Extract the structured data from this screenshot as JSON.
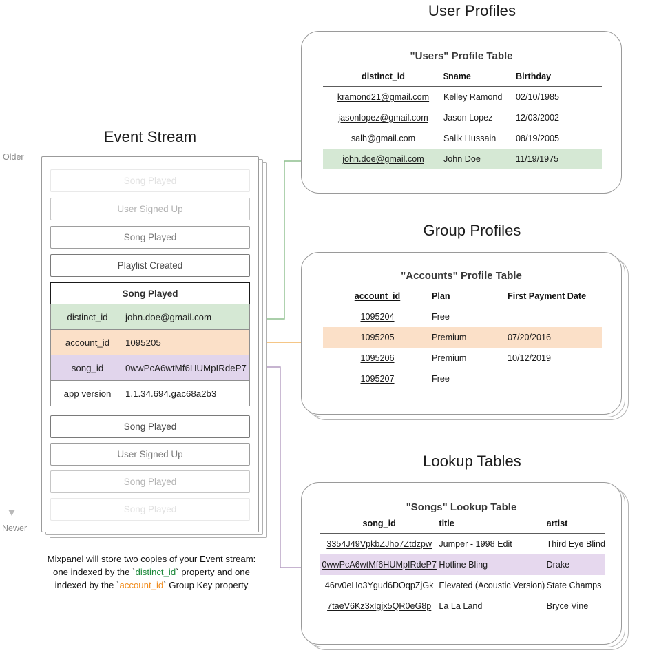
{
  "timeline": {
    "older_label": "Older",
    "newer_label": "Newer"
  },
  "event_stream": {
    "title": "Event Stream",
    "rows_above": [
      {
        "label": "Song Played",
        "fade": "ev-fade-1"
      },
      {
        "label": "User Signed Up",
        "fade": "ev-fade-2"
      },
      {
        "label": "Song Played",
        "fade": "ev-fade-3"
      },
      {
        "label": "Playlist Created",
        "fade": "ev-full"
      }
    ],
    "rows_below": [
      {
        "label": "Song Played",
        "fade": "ev-full"
      },
      {
        "label": "User Signed Up",
        "fade": "ev-fade-3"
      },
      {
        "label": "Song Played",
        "fade": "ev-fade-2"
      },
      {
        "label": "Song Played",
        "fade": "ev-fade-1"
      }
    ],
    "card": {
      "header": "Song Played",
      "properties": [
        {
          "key": "distinct_id",
          "value": "john.doe@gmail.com",
          "bg": "bg-green"
        },
        {
          "key": "account_id",
          "value": "1095205",
          "bg": "bg-orange"
        },
        {
          "key": "song_id",
          "value": "0wwPcA6wtMf6HUMpIRdeP7",
          "bg": "bg-purple"
        },
        {
          "key": "app version",
          "value": "1.1.34.694.gac68a2b3",
          "bg": "bg-white"
        }
      ]
    },
    "caption": {
      "line1": "Mixpanel will store two copies of your Event stream:",
      "line2_a": "one indexed by the `",
      "line2_token": "distinct_id",
      "line2_b": "` property and one",
      "line3_a": "indexed by the `",
      "line3_token": "account_id",
      "line3_b": "` Group Key property"
    }
  },
  "user_profiles": {
    "section_title": "User Profiles",
    "table_title": "\"Users\" Profile Table",
    "headers": [
      "distinct_id",
      "$name",
      "Birthday"
    ],
    "rows": [
      {
        "cells": [
          "kramond21@gmail.com",
          "Kelley Ramond",
          "02/10/1985"
        ],
        "highlight": ""
      },
      {
        "cells": [
          "jasonlopez@gmail.com",
          "Jason Lopez",
          "12/03/2002"
        ],
        "highlight": ""
      },
      {
        "cells": [
          "salh@gmail.com",
          "Salik Hussain",
          "08/19/2005"
        ],
        "highlight": ""
      },
      {
        "cells": [
          "john.doe@gmail.com",
          "John Doe",
          "11/19/1975"
        ],
        "highlight": "hl-green"
      }
    ]
  },
  "group_profiles": {
    "section_title": "Group Profiles",
    "table_title": "\"Accounts\" Profile Table",
    "headers": [
      "account_id",
      "Plan",
      "First Payment Date"
    ],
    "rows": [
      {
        "cells": [
          "1095204",
          "Free",
          ""
        ],
        "highlight": ""
      },
      {
        "cells": [
          "1095205",
          "Premium",
          "07/20/2016"
        ],
        "highlight": "hl-orange"
      },
      {
        "cells": [
          "1095206",
          "Premium",
          "10/12/2019"
        ],
        "highlight": ""
      },
      {
        "cells": [
          "1095207",
          "Free",
          ""
        ],
        "highlight": ""
      }
    ]
  },
  "lookup_tables": {
    "section_title": "Lookup Tables",
    "table_title": "\"Songs\" Lookup Table",
    "headers": [
      "song_id",
      "title",
      "artist"
    ],
    "rows": [
      {
        "cells": [
          "3354J49VpkbZJho7Ztdzpw",
          "Jumper - 1998 Edit",
          "Third Eye Blind"
        ],
        "highlight": ""
      },
      {
        "cells": [
          "0wwPcA6wtMf6HUMpIRdeP7",
          "Hotline Bling",
          "Drake"
        ],
        "highlight": "hl-purple"
      },
      {
        "cells": [
          "46rv0eHo3Ygud6DOqpZjGk",
          "Elevated (Acoustic Version)",
          "State Champs"
        ],
        "highlight": ""
      },
      {
        "cells": [
          "7taeV6Kz3xIgjx5QR0eG8p",
          "La La Land",
          "Bryce Vine"
        ],
        "highlight": ""
      }
    ]
  },
  "colors": {
    "green": "#d5e8d4",
    "orange": "#fbe0c8",
    "purple": "#e6d8ee",
    "connector_green": "#82b366",
    "connector_orange": "#e8a33d",
    "connector_purple": "#9673a6"
  }
}
